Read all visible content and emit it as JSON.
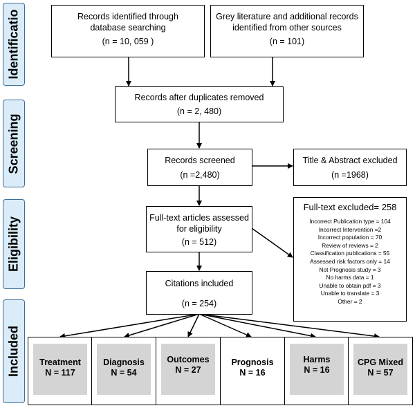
{
  "phases": {
    "identification": "Identificatio",
    "screening": "Screening",
    "eligibility": "Eligibility",
    "included": "Included"
  },
  "boxes": {
    "database": {
      "line1": "Records identified through",
      "line2": "database searching",
      "line3": "(n = 10, 059 )"
    },
    "grey": {
      "line1": "Grey literature and additional records",
      "line2": "identified from other sources",
      "line3": "(n = 101)"
    },
    "duplicates": {
      "line1": "Records after duplicates removed",
      "line2": "(n =  2, 480)"
    },
    "screened": {
      "line1": "Records screened",
      "line2": "(n =2,480)"
    },
    "title_abstract": {
      "line1": "Title & Abstract excluded",
      "line2": "(n =1968)"
    },
    "fulltext": {
      "line1": "Full-text articles assessed",
      "line2": "for eligibility",
      "line3": "(n = 512)"
    },
    "citations": {
      "line1": "Citations included",
      "line2": "(n = 254)"
    }
  },
  "fulltext_excluded": {
    "title": "Full-text excluded= 258",
    "items": [
      "Incorrect Publication type = 104",
      "Incorrect Intervention =2",
      "Incorrect population = 70",
      "Review of reviews = 2",
      "Classification publications = 55",
      "Assessed risk factors only = 14",
      "Not Prognosis study = 3",
      "No harms data = 1",
      "Unable to obtain pdf = 3",
      "Unable to translate = 3",
      "Other = 2"
    ]
  },
  "included": [
    {
      "name": "Treatment",
      "count": "N = 117",
      "shaded": true
    },
    {
      "name": "Diagnosis",
      "count": "N = 54",
      "shaded": true
    },
    {
      "name": "Outcomes",
      "count": "N = 27",
      "shaded": true
    },
    {
      "name": "Prognosis",
      "count": "N = 16",
      "shaded": false
    },
    {
      "name": "Harms",
      "count": "N = 16",
      "shaded": true
    },
    {
      "name": "CPG Mixed",
      "count": "N = 57",
      "shaded": true
    }
  ]
}
